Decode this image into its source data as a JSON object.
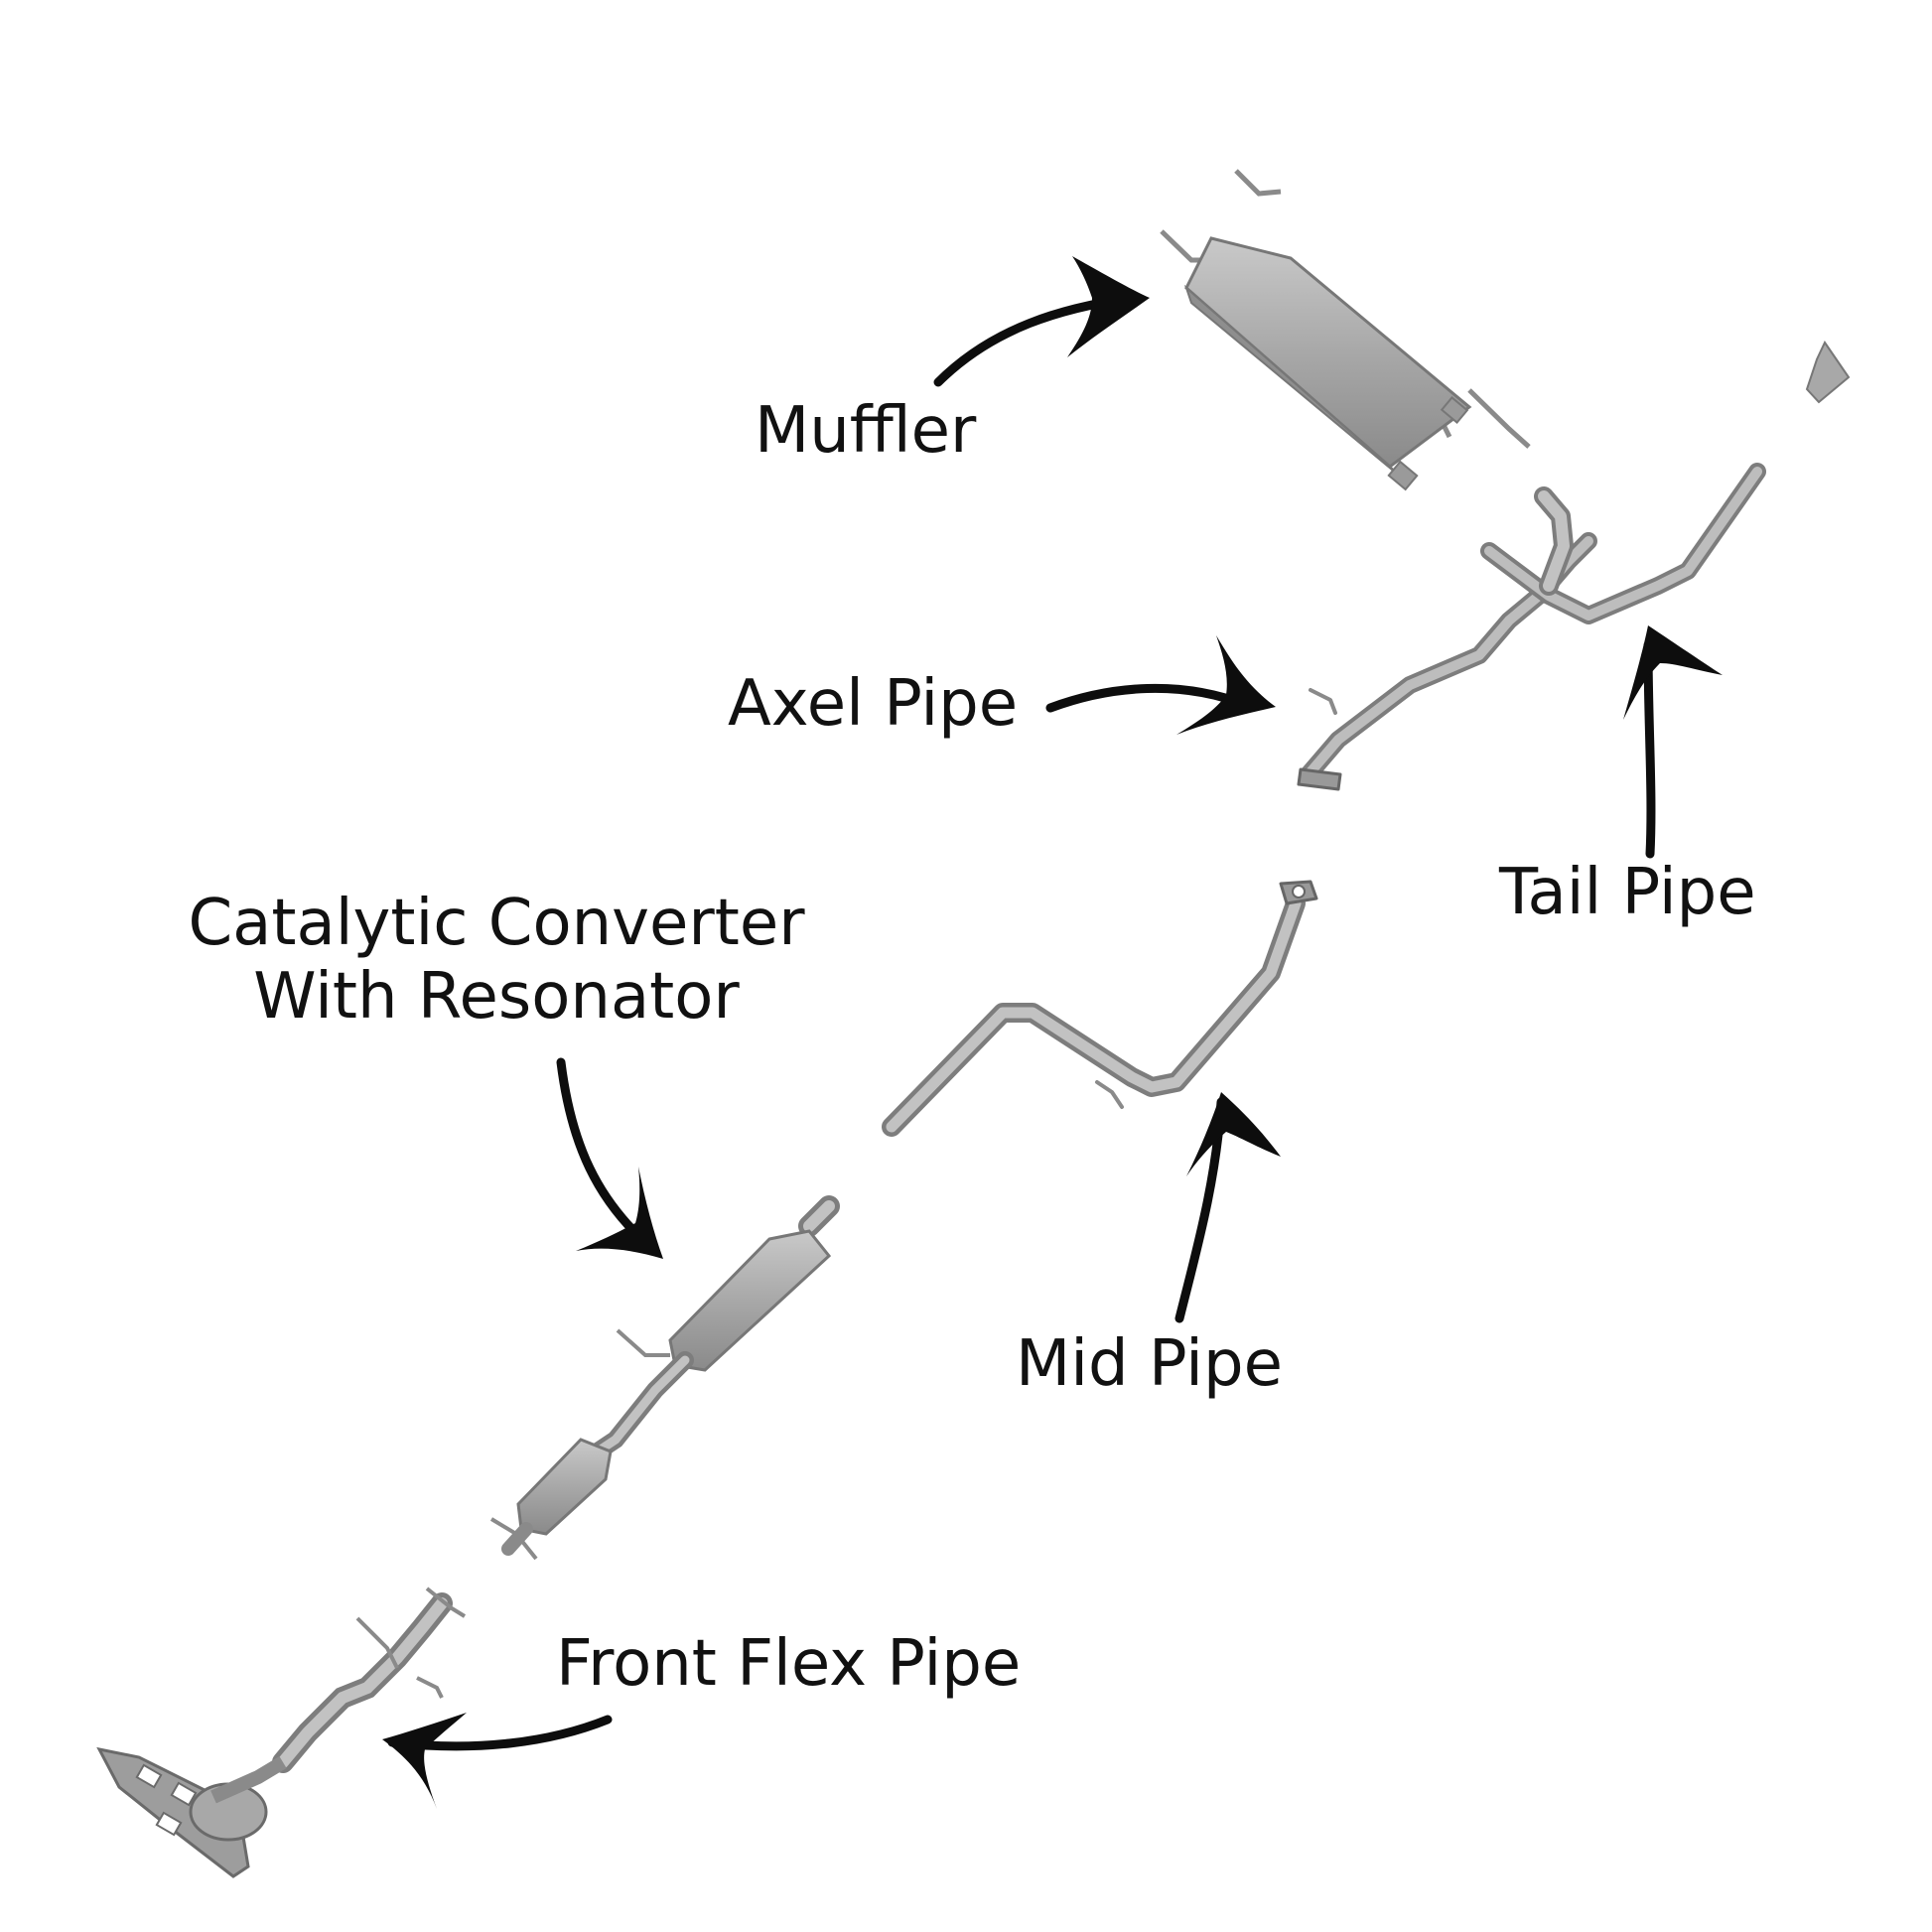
{
  "labels": {
    "muffler": "Muffler",
    "axel_pipe": "Axel Pipe",
    "tail_pipe": "Tail Pipe",
    "catalytic_line1": "Catalytic Converter",
    "catalytic_line2": "With Resonator",
    "mid_pipe": "Mid Pipe",
    "front_flex_pipe": "Front Flex Pipe"
  },
  "colors": {
    "metal": "#a9a9a9",
    "metal_dark": "#7d7d7d",
    "metal_light": "#cfcfcf",
    "arrow": "#0d0d0d"
  }
}
